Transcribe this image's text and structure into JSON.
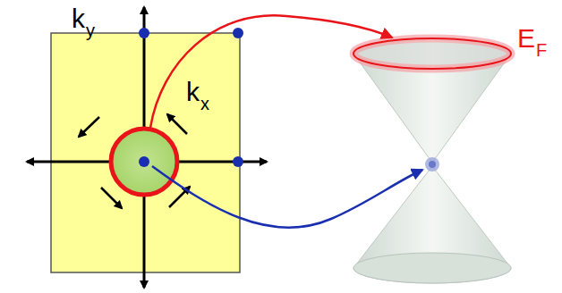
{
  "diagram": {
    "labels": [
      "k",
      "y",
      "k",
      "x",
      "E",
      "F"
    ]
  }
}
